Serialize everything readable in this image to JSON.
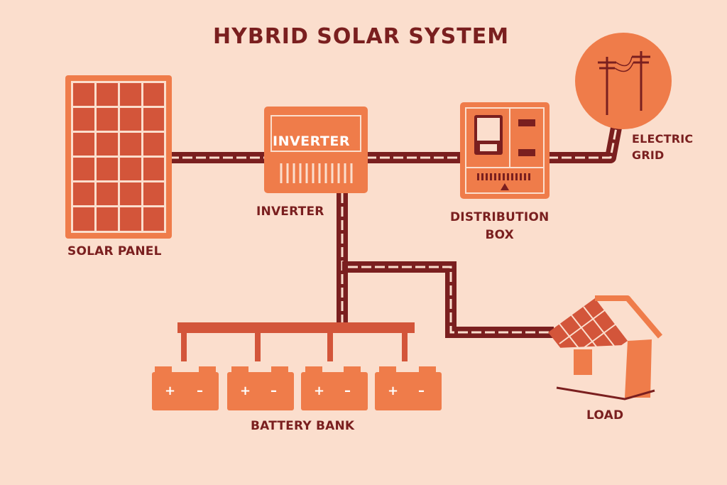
{
  "title": "HYBRID SOLAR SYSTEM",
  "components": {
    "solar_panel": "SOLAR PANEL",
    "inverter": "INVERTER",
    "inverter_box_text": "INVERTER",
    "distribution_box_line1": "DISTRIBUTION",
    "distribution_box_line2": "BOX",
    "electric_grid_line1": "ELECTRIC",
    "electric_grid_line2": "GRID",
    "battery_bank": "BATTERY BANK",
    "load": "LOAD"
  },
  "battery_terminals": {
    "plus": "+",
    "minus": "–"
  },
  "colors": {
    "background": "#fbdecd",
    "panel_orange": "#d3553a",
    "accent_orange": "#ef7c4a",
    "dark_red": "#7a1f1f",
    "light_line": "#fbdecd"
  }
}
